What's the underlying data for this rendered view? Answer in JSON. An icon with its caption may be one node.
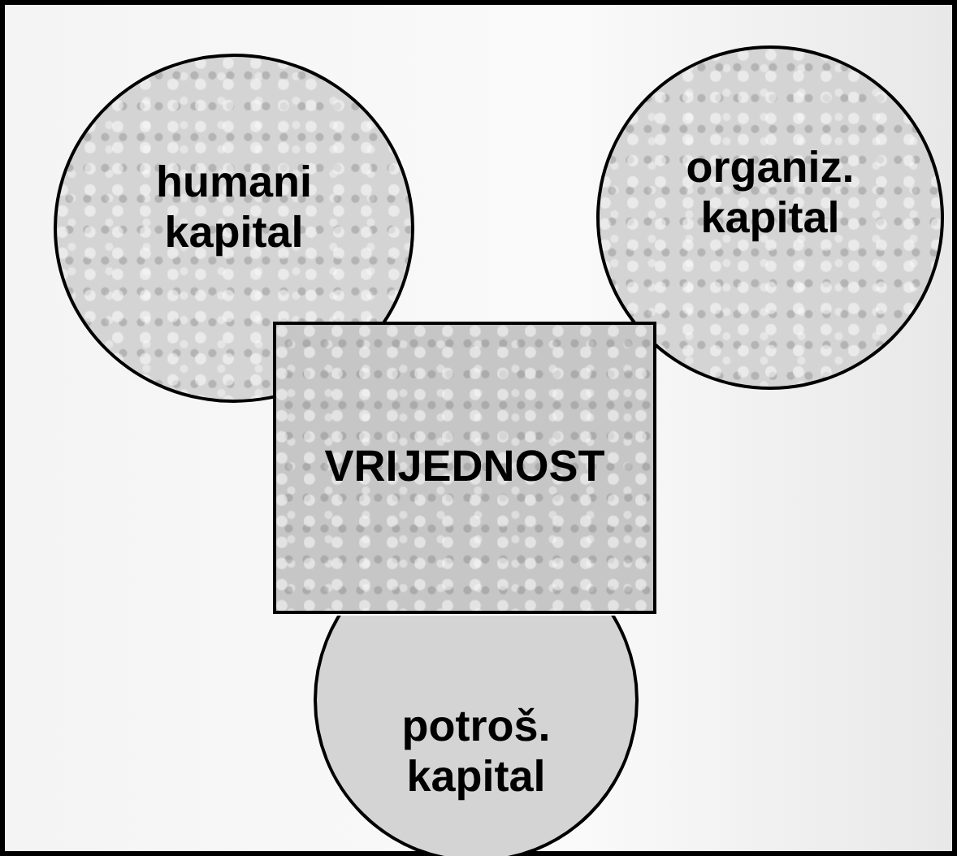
{
  "diagram": {
    "nodes": [
      {
        "text": [
          "humani kapital"
        ]
      },
      {
        "text": [
          "organiz. kapital"
        ]
      },
      {
        "text": [
          "potroš. kapital"
        ]
      },
      {
        "text": [
          "VRIJEDNOST"
        ]
      }
    ]
  }
}
